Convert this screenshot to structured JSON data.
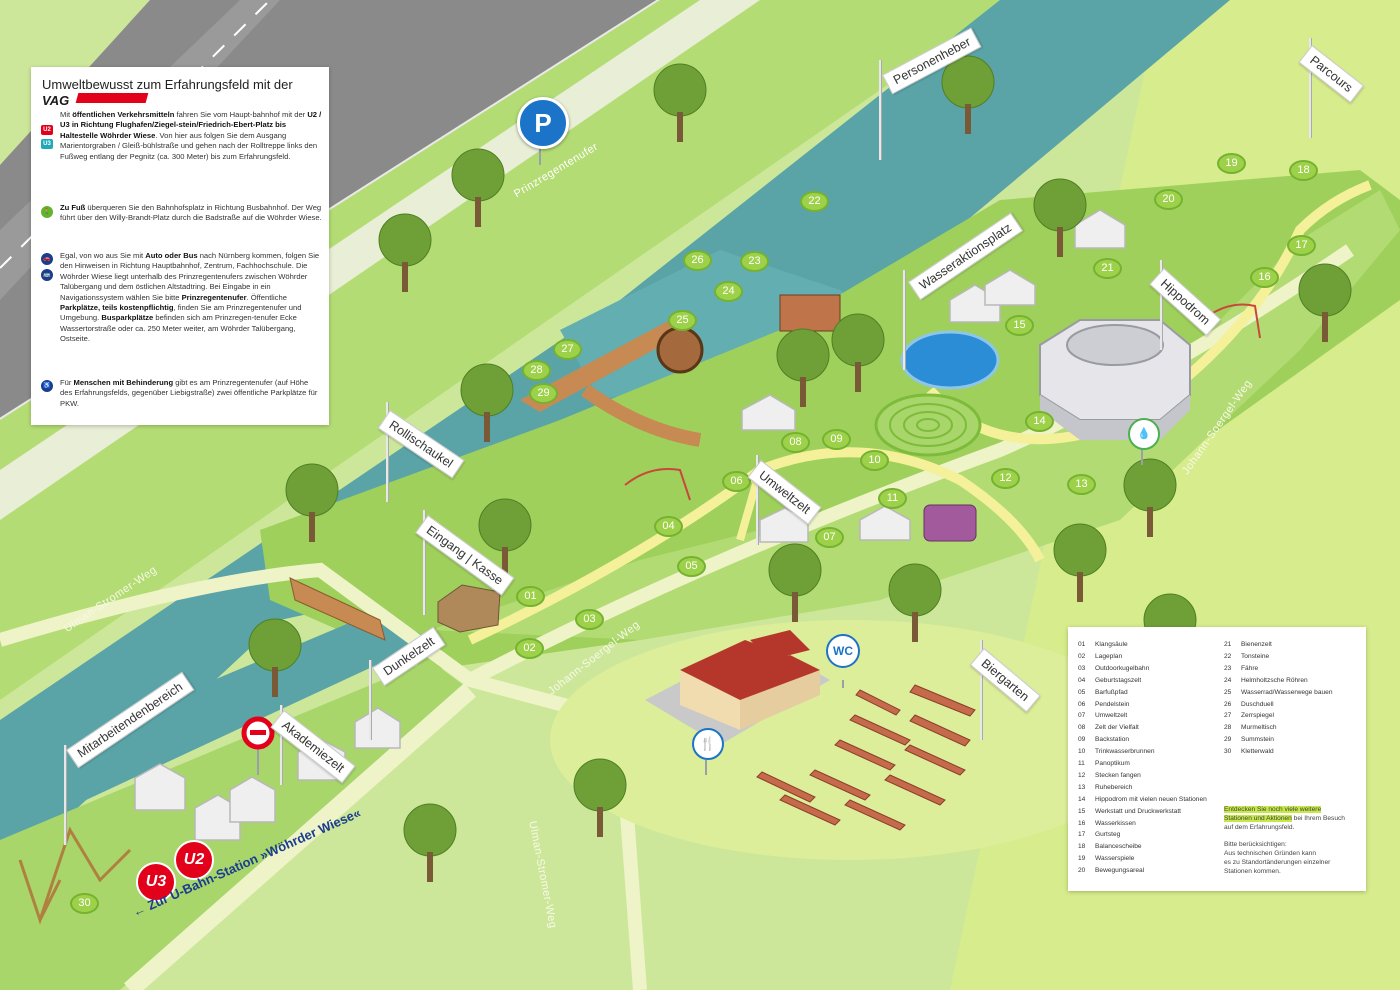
{
  "info_panel": {
    "title": "Umweltbewusst zum Erfahrungsfeld mit der",
    "logo_text": "VAG",
    "para_public_transit": {
      "badge_u2": "U2",
      "badge_u3": "U3",
      "text_1": "Mit ",
      "bold_1": "öffentlichen Verkehrsmitteln",
      "text_2": " fahren Sie vom Haupt-bahnhof mit der ",
      "bold_2": "U2 / U3 in Richtung Flughafen/Ziegel-stein/Friedrich-Ebert-Platz bis Haltestelle Wöhrder Wiese",
      "text_3": ". Von hier aus folgen Sie dem Ausgang Marientorgraben / Gleiß-bühlstraße und gehen nach der Rolltreppe links den Fußweg entlang der Pegnitz (ca. 300 Meter) bis zum Erfahrungsfeld."
    },
    "para_foot": {
      "bold_1": "Zu Fuß",
      "text_1": " überqueren Sie den Bahnhofsplatz in Richtung Busbahnhof. Der Weg führt über den Willy-Brandt-Platz durch die Badstraße auf die Wöhrder Wiese."
    },
    "para_car": {
      "text_1": "Egal, von wo aus Sie mit ",
      "bold_1": "Auto oder Bus",
      "text_2": " nach Nürnberg kommen, folgen Sie den Hinweisen in Richtung Hauptbahnhof, Zentrum, Fachhochschule. Die Wöhrder Wiese liegt unterhalb des Prinzregentenufers zwischen Wöhrder Talübergang und dem östlichen Altstadtring. Bei Eingabe in ein Navigationssystem wählen Sie bitte ",
      "bold_2": "Prinzregentenufer",
      "text_3": ". Öffentliche ",
      "bold_3": "Parkplätze, teils kostenpflichtig",
      "text_4": ", finden Sie am Prinzregentenufer und Umgebung. ",
      "bold_4": "Busparkplätze",
      "text_5": " befinden sich am Prinzregen-tenufer Ecke Wassertorstraße oder ca. 250 Meter weiter, am Wöhrder Talübergang, Ostseite."
    },
    "para_disabled": {
      "text_1": "Für ",
      "bold_1": "Menschen mit Behinderung",
      "text_2": " gibt es am Prinzregentenufer (auf Höhe des Erfahrungsfelds, gegenüber Liebigstraße) zwei öffentliche Parkplätze für PKW."
    }
  },
  "legend": {
    "left": [
      {
        "num": "01",
        "label": "Klangsäule"
      },
      {
        "num": "02",
        "label": "Lageplan"
      },
      {
        "num": "03",
        "label": "Outdoorkugelbahn"
      },
      {
        "num": "04",
        "label": "Geburtstagszelt"
      },
      {
        "num": "05",
        "label": "Barfußpfad"
      },
      {
        "num": "06",
        "label": "Pendelstein"
      },
      {
        "num": "07",
        "label": "Umweltzelt"
      },
      {
        "num": "08",
        "label": "Zelt der Vielfalt"
      },
      {
        "num": "09",
        "label": "Backstation"
      },
      {
        "num": "10",
        "label": "Trinkwasserbrunnen"
      },
      {
        "num": "11",
        "label": "Panoptikum"
      },
      {
        "num": "12",
        "label": "Stecken fangen"
      },
      {
        "num": "13",
        "label": "Ruhebereich"
      },
      {
        "num": "14",
        "label": "Hippodrom mit vielen neuen Stationen"
      },
      {
        "num": "15",
        "label": "Werkstatt und Druckwerkstatt"
      },
      {
        "num": "16",
        "label": "Wasserkissen"
      },
      {
        "num": "17",
        "label": "Gurtsteg"
      },
      {
        "num": "18",
        "label": "Balancescheibe"
      },
      {
        "num": "19",
        "label": "Wasserspiele"
      },
      {
        "num": "20",
        "label": "Bewegungsareal"
      }
    ],
    "right": [
      {
        "num": "21",
        "label": "Bienenzelt"
      },
      {
        "num": "22",
        "label": "Tonsteine"
      },
      {
        "num": "23",
        "label": "Fähre"
      },
      {
        "num": "24",
        "label": "Helmholtzsche Röhren"
      },
      {
        "num": "25",
        "label": "Wasserrad/Wasserwege bauen"
      },
      {
        "num": "26",
        "label": "Duschduell"
      },
      {
        "num": "27",
        "label": "Zerrspiegel"
      },
      {
        "num": "28",
        "label": "Murmeltisch"
      },
      {
        "num": "29",
        "label": "Summstein"
      },
      {
        "num": "30",
        "label": "Kletterwald"
      }
    ],
    "note_highlight_1": "Entdecken Sie noch viele weitere",
    "note_highlight_2": "Stationen und Aktionen",
    "note_text_1": " bei Ihrem Besuch auf dem Erfahrungsfeld.",
    "note_2_line_1": "Bitte berücksichtigen:",
    "note_2_line_2": "Aus technischen Gründen kann",
    "note_2_line_3": "es zu Standortänderungen einzelner",
    "note_2_line_4": "Stationen kommen."
  },
  "flags": {
    "personenheber": "Personenheber",
    "parcours": "Parcours",
    "wasseraktionsplatz": "Wasseraktionsplatz",
    "hippodrom": "Hippodrom",
    "rollischaukel": "Rollischaukel",
    "umweltzelt": "Umweltzelt",
    "eingang": "Eingang | Kasse",
    "dunkelzelt": "Dunkelzelt",
    "mitarbeiter": "Mitarbeitendenbereich",
    "akademiezelt": "Akademiezelt",
    "biergarten": "Biergarten"
  },
  "roads": {
    "prinzregentenufer": "Prinzregentenufer",
    "ulman_stromer_1": "Ulman-Stromer-Weg",
    "ulman_stromer_2": "Ulman-Stromer-Weg",
    "johann_soergel_1": "Johann-Soergel-Weg",
    "johann_soergel_2": "Johann-Soergel-Weg"
  },
  "signs": {
    "parking": "P",
    "wc": "WC",
    "u2": "U2",
    "u3": "U3",
    "ubahn_direction": "Zur U-Bahn-Station »Wöhrder Wiese«",
    "arrow": "←"
  },
  "stations": [
    {
      "num": "01"
    },
    {
      "num": "02"
    },
    {
      "num": "03"
    },
    {
      "num": "04"
    },
    {
      "num": "05"
    },
    {
      "num": "06"
    },
    {
      "num": "07"
    },
    {
      "num": "08"
    },
    {
      "num": "09"
    },
    {
      "num": "10"
    },
    {
      "num": "11"
    },
    {
      "num": "12"
    },
    {
      "num": "13"
    },
    {
      "num": "14"
    },
    {
      "num": "15"
    },
    {
      "num": "16"
    },
    {
      "num": "17"
    },
    {
      "num": "18"
    },
    {
      "num": "19"
    },
    {
      "num": "20"
    },
    {
      "num": "21"
    },
    {
      "num": "22"
    },
    {
      "num": "23"
    },
    {
      "num": "24"
    },
    {
      "num": "25"
    },
    {
      "num": "26"
    },
    {
      "num": "27"
    },
    {
      "num": "28"
    },
    {
      "num": "29"
    },
    {
      "num": "30"
    }
  ],
  "colors": {
    "grass_light": "#cfe79b",
    "grass": "#a8d66a",
    "river": "#5aa4a8",
    "road": "#8c8c8c",
    "path": "#eef3c8",
    "station": "#9ed14a",
    "vag_red": "#e3001b",
    "sign_blue": "#1b74c7"
  }
}
